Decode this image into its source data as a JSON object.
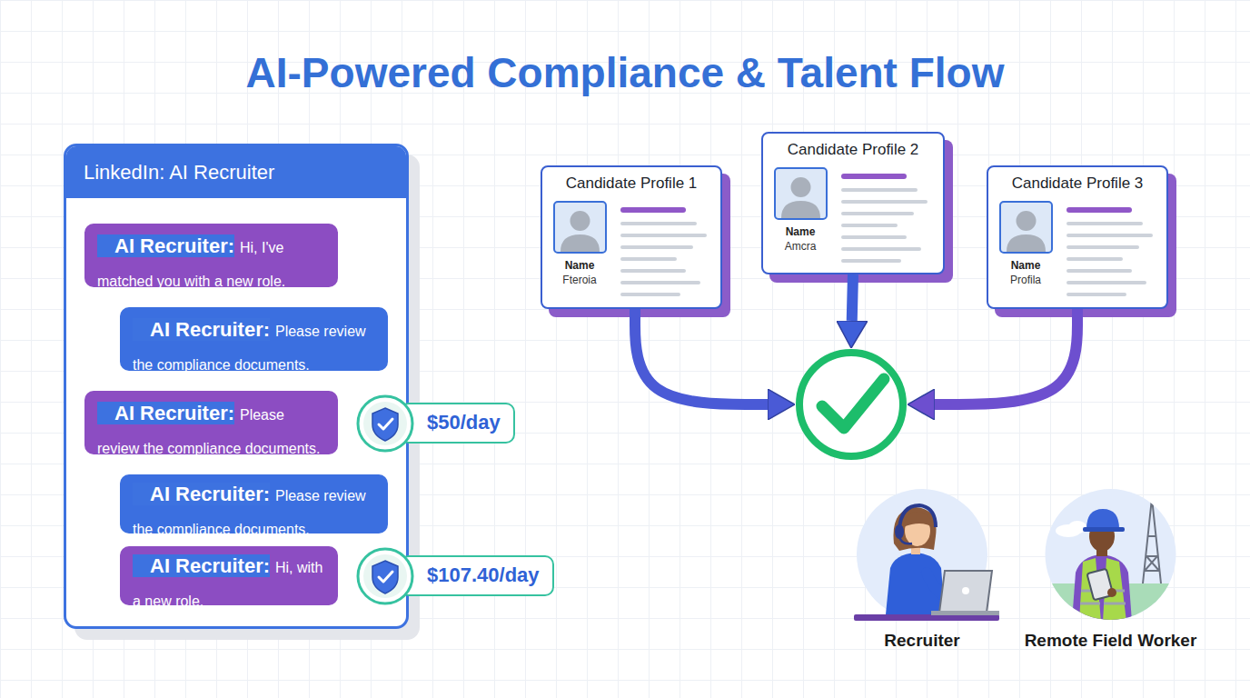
{
  "diagram": {
    "title": "AI-Powered Compliance & Talent Flow",
    "nodes": [
      {
        "text": [
          "LinkedIn: AI Recruiter"
        ]
      },
      {
        "text": [
          "AI Recruiter:",
          "Hi, I've matched you with a new role."
        ],
        "in": 0
      },
      {
        "text": [
          "AI Recruiter:",
          "Please review the compliance documents."
        ],
        "in": 0
      },
      {
        "text": [
          "AI Recruiter:",
          "Please review the compliance documents."
        ],
        "in": 0
      },
      {
        "text": [
          "AI Recruiter:",
          "Please review the compliance documents."
        ],
        "in": 0
      },
      {
        "text": [
          "AI Recruiter:",
          "Hi, with a new role."
        ],
        "in": 0
      },
      {
        "text": [
          "$50/day"
        ]
      },
      {
        "text": [
          "$107.40/day"
        ]
      },
      {
        "text": [
          "Candidate Profile 1",
          "Name",
          "Fteroia"
        ]
      },
      {
        "text": [
          "Candidate Profile 2",
          "Name",
          "Amcra"
        ]
      },
      {
        "text": [
          "Candidate Profile 3",
          "Name",
          "Profila"
        ]
      },
      {
        "text": []
      },
      {
        "text": [
          "Recruiter"
        ]
      },
      {
        "text": [
          "Remote Field Worker"
        ]
      }
    ],
    "edges": [
      {
        "from": 8,
        "to": 11,
        "arrow": "to"
      },
      {
        "from": 9,
        "to": 11,
        "arrow": "to"
      },
      {
        "from": 10,
        "to": 11,
        "arrow": "to"
      }
    ]
  }
}
